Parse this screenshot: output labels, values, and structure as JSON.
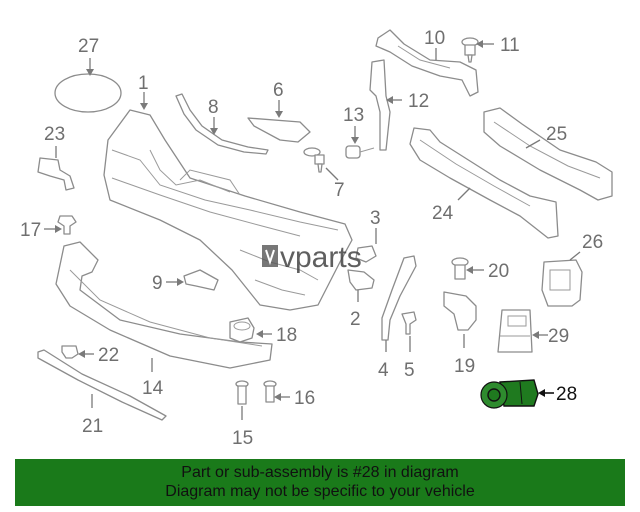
{
  "watermark": "vparts",
  "highlight_color": "#1a7a1a",
  "callouts": {
    "c1": "1",
    "c2": "2",
    "c3": "3",
    "c4": "4",
    "c5": "5",
    "c6": "6",
    "c7": "7",
    "c8": "8",
    "c9": "9",
    "c10": "10",
    "c11": "11",
    "c12": "12",
    "c13": "13",
    "c14": "14",
    "c15": "15",
    "c16": "16",
    "c17": "17",
    "c18": "18",
    "c19": "19",
    "c20": "20",
    "c21": "21",
    "c22": "22",
    "c23": "23",
    "c24": "24",
    "c25": "25",
    "c26": "26",
    "c27": "27",
    "c28": "28",
    "c29": "29"
  },
  "banner": {
    "line1": "Part or sub-assembly is #28 in diagram",
    "line2": "Diagram may not be specific to your vehicle"
  }
}
